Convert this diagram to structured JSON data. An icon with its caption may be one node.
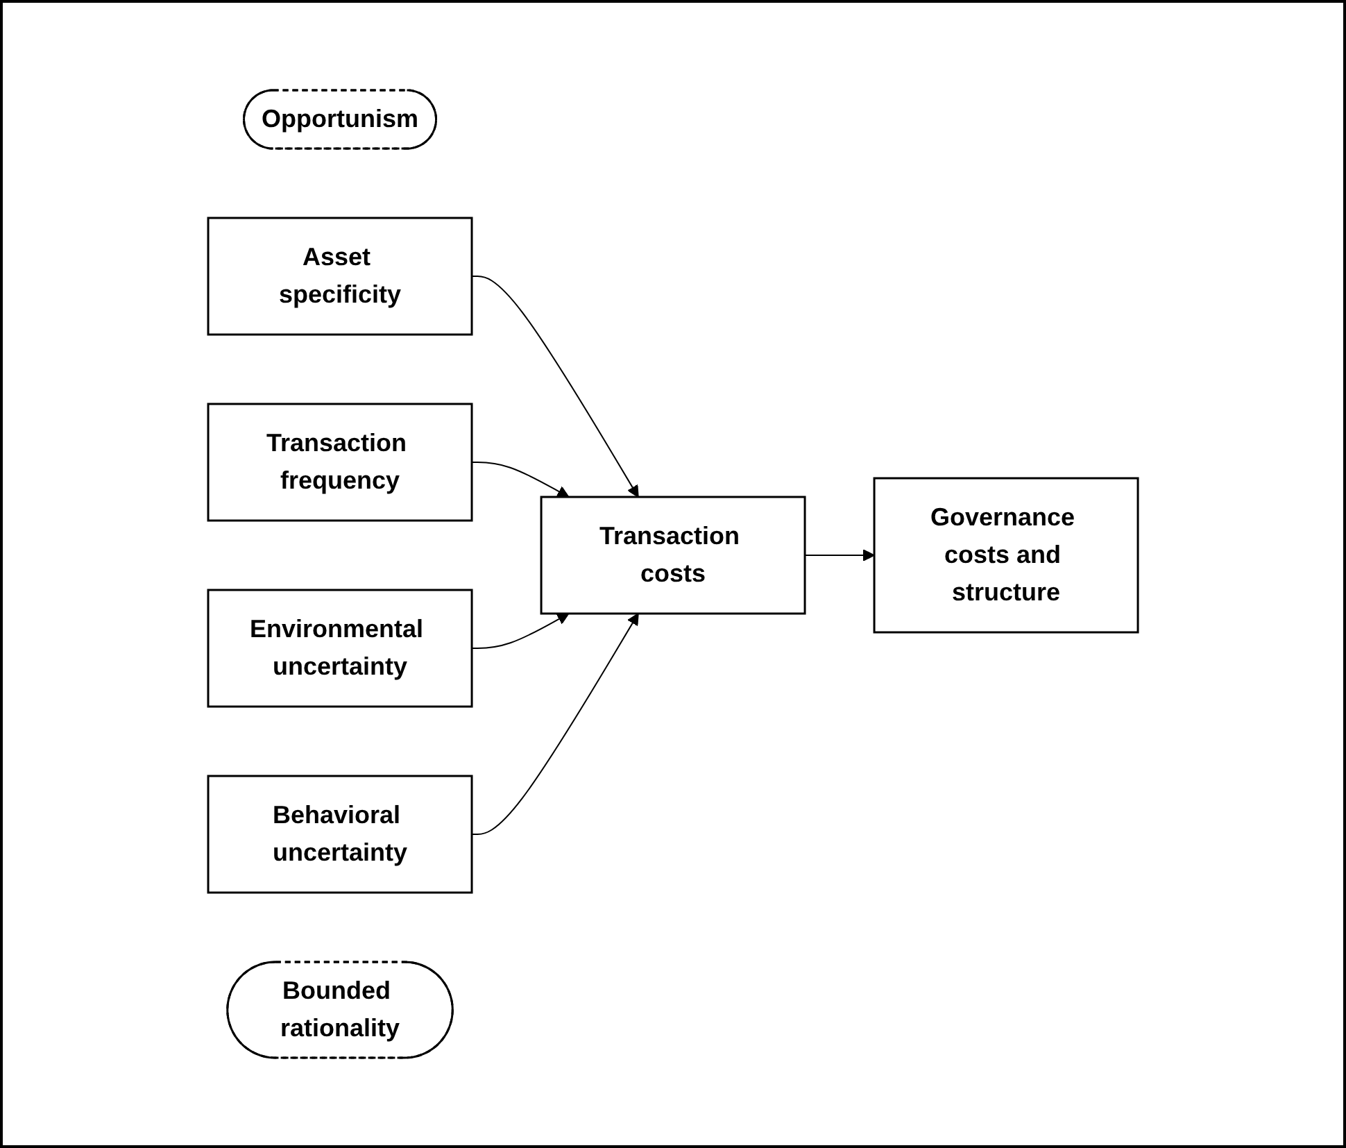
{
  "diagram": {
    "nodes": [
      {
        "text": [
          "Opportunism"
        ]
      },
      {
        "text": [
          "Asset specificity"
        ]
      },
      {
        "text": [
          "Transaction frequency"
        ]
      },
      {
        "text": [
          "Environmental uncertainty"
        ]
      },
      {
        "text": [
          "Behavioral uncertainty"
        ]
      },
      {
        "text": [
          "Transaction costs"
        ]
      },
      {
        "text": [
          "Governance costs and structure"
        ]
      },
      {
        "text": [
          "Bounded rationality"
        ]
      }
    ],
    "edges": [
      {
        "from": 1,
        "to": 5,
        "arrow": "to"
      },
      {
        "from": 2,
        "to": 5,
        "arrow": "to"
      },
      {
        "from": 3,
        "to": 5,
        "arrow": "to"
      },
      {
        "from": 4,
        "to": 5,
        "arrow": "to"
      },
      {
        "from": 5,
        "to": 6,
        "arrow": "to"
      }
    ]
  }
}
